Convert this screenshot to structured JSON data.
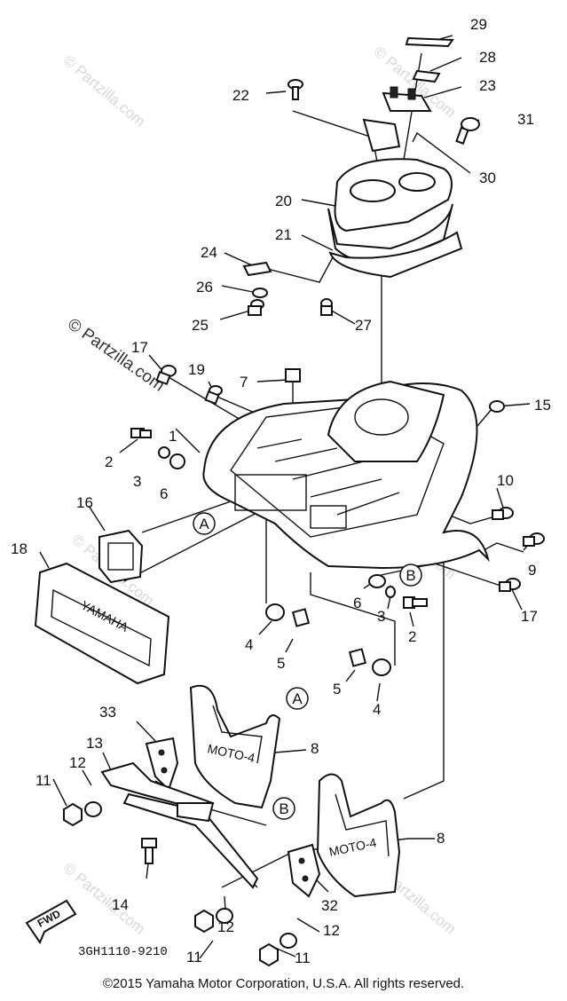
{
  "watermark_text": "© Partzilla.com",
  "callouts": [
    {
      "id": "c29",
      "label": "29"
    },
    {
      "id": "c28",
      "label": "28"
    },
    {
      "id": "c23",
      "label": "23"
    },
    {
      "id": "c22",
      "label": "22"
    },
    {
      "id": "c31",
      "label": "31"
    },
    {
      "id": "c30",
      "label": "30"
    },
    {
      "id": "c20",
      "label": "20"
    },
    {
      "id": "c21",
      "label": "21"
    },
    {
      "id": "c24",
      "label": "24"
    },
    {
      "id": "c26",
      "label": "26"
    },
    {
      "id": "c25",
      "label": "25"
    },
    {
      "id": "c27",
      "label": "27"
    },
    {
      "id": "c17a",
      "label": "17"
    },
    {
      "id": "c19",
      "label": "19"
    },
    {
      "id": "c7",
      "label": "7"
    },
    {
      "id": "c15",
      "label": "15"
    },
    {
      "id": "c2a",
      "label": "2"
    },
    {
      "id": "c1",
      "label": "1"
    },
    {
      "id": "c3a",
      "label": "3"
    },
    {
      "id": "c6a",
      "label": "6"
    },
    {
      "id": "c10",
      "label": "10"
    },
    {
      "id": "c16",
      "label": "16"
    },
    {
      "id": "c9",
      "label": "9"
    },
    {
      "id": "c18",
      "label": "18"
    },
    {
      "id": "c17b",
      "label": "17"
    },
    {
      "id": "c6b",
      "label": "6"
    },
    {
      "id": "c3b",
      "label": "3"
    },
    {
      "id": "c2b",
      "label": "2"
    },
    {
      "id": "c4a",
      "label": "4"
    },
    {
      "id": "c5a",
      "label": "5"
    },
    {
      "id": "c5b",
      "label": "5"
    },
    {
      "id": "c4b",
      "label": "4"
    },
    {
      "id": "c33",
      "label": "33"
    },
    {
      "id": "c8a",
      "label": "8"
    },
    {
      "id": "c13",
      "label": "13"
    },
    {
      "id": "c12a",
      "label": "12"
    },
    {
      "id": "c11a",
      "label": "11"
    },
    {
      "id": "c14",
      "label": "14"
    },
    {
      "id": "c8b",
      "label": "8"
    },
    {
      "id": "c32",
      "label": "32"
    },
    {
      "id": "c11b",
      "label": "11"
    },
    {
      "id": "c12b",
      "label": "12"
    },
    {
      "id": "c12c",
      "label": "12"
    },
    {
      "id": "c11c",
      "label": "11"
    }
  ],
  "ref_markers": [
    {
      "id": "rA1",
      "label": "A"
    },
    {
      "id": "rB1",
      "label": "B"
    },
    {
      "id": "rA2",
      "label": "A"
    },
    {
      "id": "rB2",
      "label": "B"
    }
  ],
  "stamps": {
    "mud_flap_text": "MOTO-4",
    "reflector_text": "YAMAHA",
    "fwd_label": "FWD"
  },
  "diagram_code": "3GH1110-9210",
  "copyright": "©2015  Yamaha Motor Corporation, U.S.A. All rights reserved."
}
